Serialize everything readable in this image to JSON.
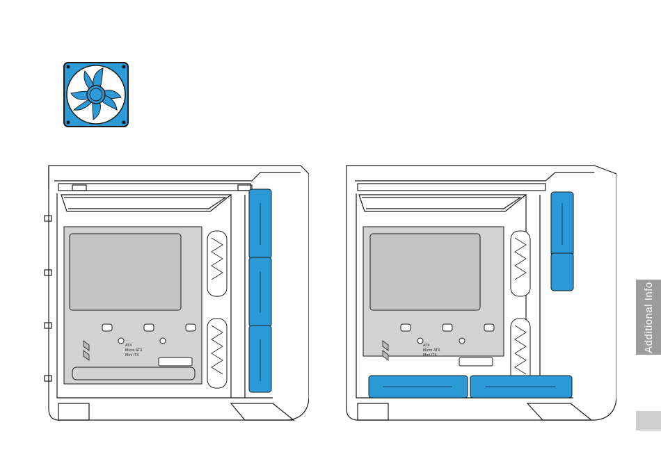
{
  "side_tab": {
    "label": "Additional Info"
  },
  "left_case": {
    "label_lines": [
      "ATX",
      "Micro ATX",
      "Mini ITX"
    ],
    "fan_position": "front, 3x vertical"
  },
  "right_case": {
    "label_lines": [
      "ATX",
      "Micro ATX",
      "Mini ITX"
    ],
    "fan_position": "front 2x + bottom 2x"
  },
  "colors": {
    "fan_blue": "#2c9ad7",
    "fan_blue_dark": "#1a6ea3",
    "tray_gray": "#d2d2d2",
    "line": "#1a1a1a",
    "tab_gray": "#9c9c9c"
  },
  "icons": [
    "fan-icon",
    "pc-case-drawing"
  ]
}
